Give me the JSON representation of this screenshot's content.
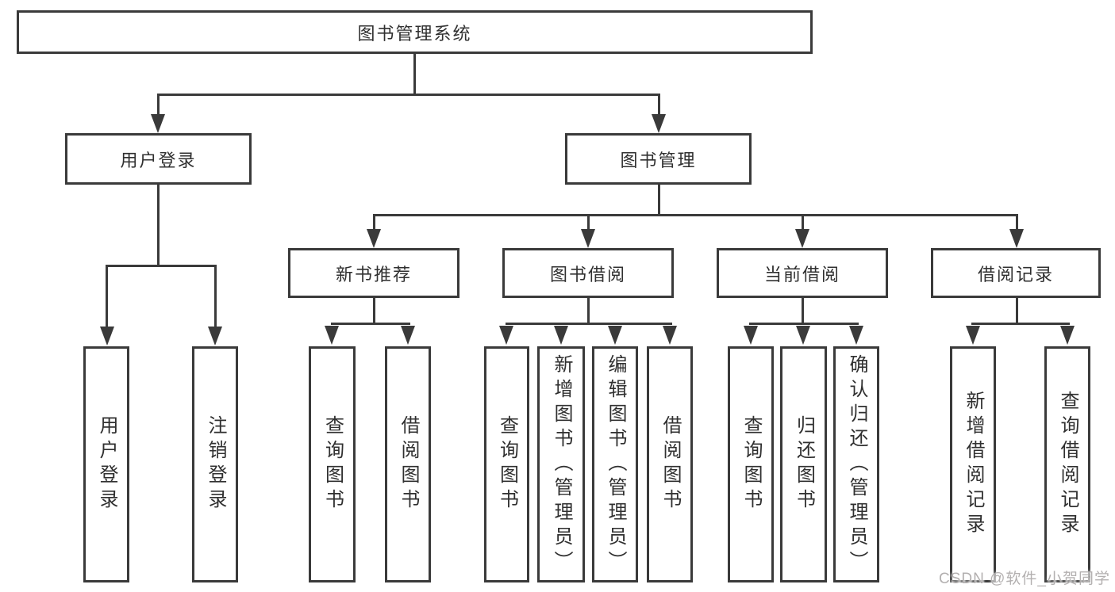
{
  "diagram": {
    "type": "hierarchy-tree",
    "title": "图书管理系统",
    "colors": {
      "background": "#ffffff",
      "box_fill": "#ffffff",
      "box_border": "#3a3a3a",
      "connector_line": "#3a3a3a",
      "text": "#303030",
      "watermark_text": "#b3b0b0"
    },
    "tree": {
      "label": "图书管理系统",
      "children": [
        {
          "label": "用户登录",
          "children": [
            {
              "label": "用户登录"
            },
            {
              "label": "注销登录"
            }
          ]
        },
        {
          "label": "图书管理",
          "children": [
            {
              "label": "新书推荐",
              "children": [
                {
                  "label": "查询图书"
                },
                {
                  "label": "借阅图书"
                }
              ]
            },
            {
              "label": "图书借阅",
              "children": [
                {
                  "label": "查询图书"
                },
                {
                  "label": "新增图书（管理员）"
                },
                {
                  "label": "编辑图书（管理员）"
                },
                {
                  "label": "借阅图书"
                }
              ]
            },
            {
              "label": "当前借阅",
              "children": [
                {
                  "label": "查询图书"
                },
                {
                  "label": "归还图书"
                },
                {
                  "label": "确认归还（管理员）"
                }
              ]
            },
            {
              "label": "借阅记录",
              "children": [
                {
                  "label": "新增借阅记录"
                },
                {
                  "label": "查询借阅记录"
                }
              ]
            }
          ]
        }
      ]
    }
  },
  "watermark": {
    "text": "CSDN @软件_小贺同学"
  }
}
